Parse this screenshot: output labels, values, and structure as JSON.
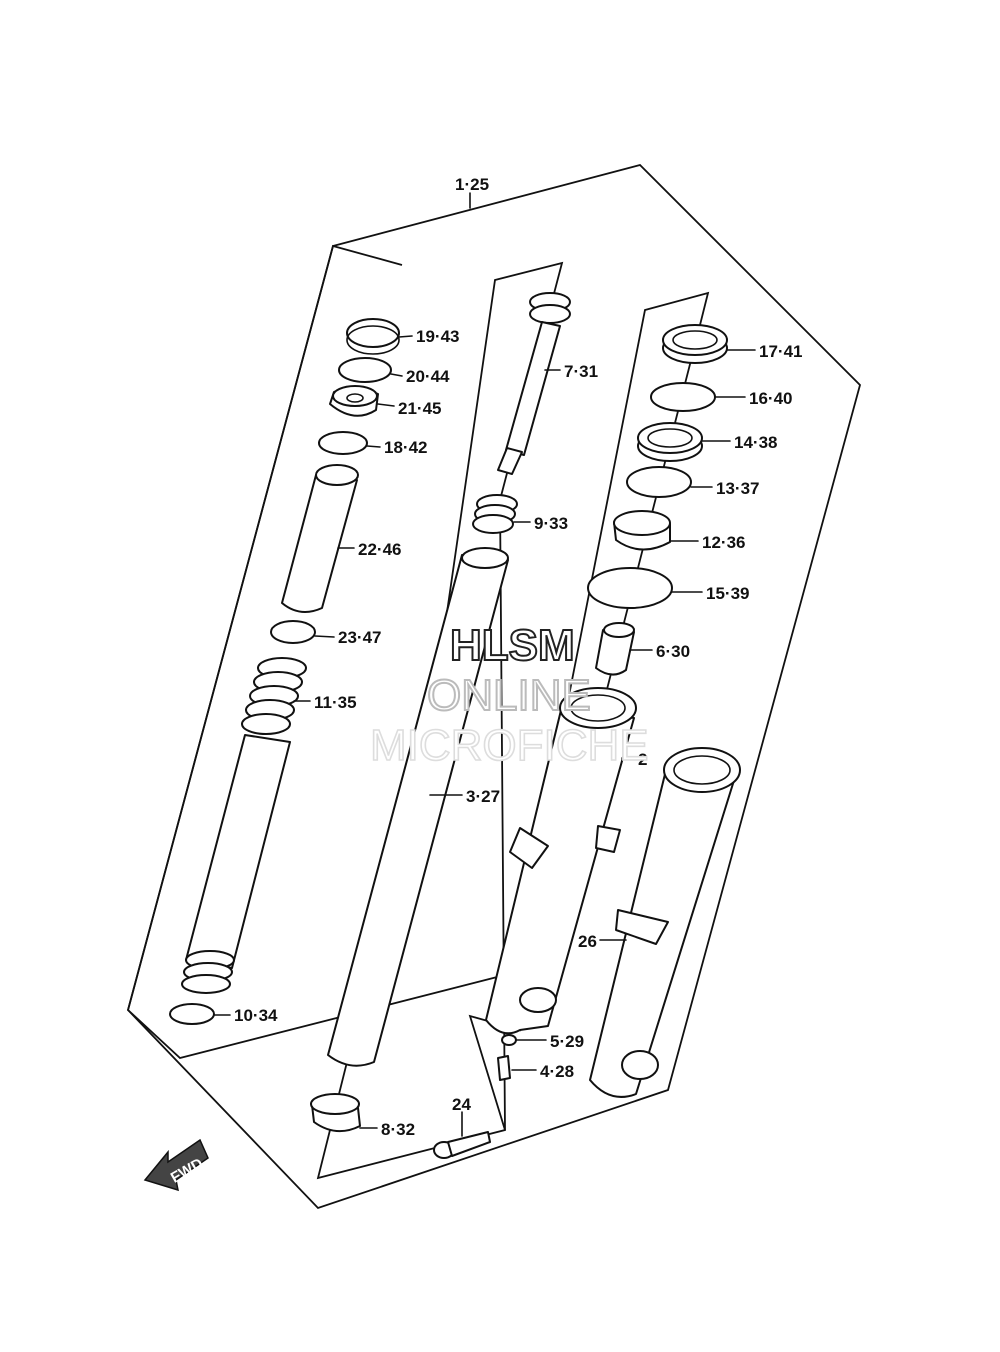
{
  "diagram": {
    "callouts": {
      "c1": "1·25",
      "c19": "19·43",
      "c20": "20·44",
      "c21": "21·45",
      "c18": "18·42",
      "c22": "22·46",
      "c23": "23·47",
      "c11": "11·35",
      "c10": "10·34",
      "c7": "7·31",
      "c9": "9·33",
      "c3": "3·27",
      "c8": "8·32",
      "c17": "17·41",
      "c16": "16·40",
      "c14": "14·38",
      "c13": "13·37",
      "c12": "12·36",
      "c15": "15·39",
      "c6": "6·30",
      "c2": "2",
      "c26": "26",
      "c5": "5·29",
      "c4": "4·28",
      "c24": "24"
    },
    "fwd_label": "FWD",
    "watermark": {
      "line1": "HLSM",
      "line2": "ONLINE",
      "line3": "MICROFICHE"
    }
  }
}
